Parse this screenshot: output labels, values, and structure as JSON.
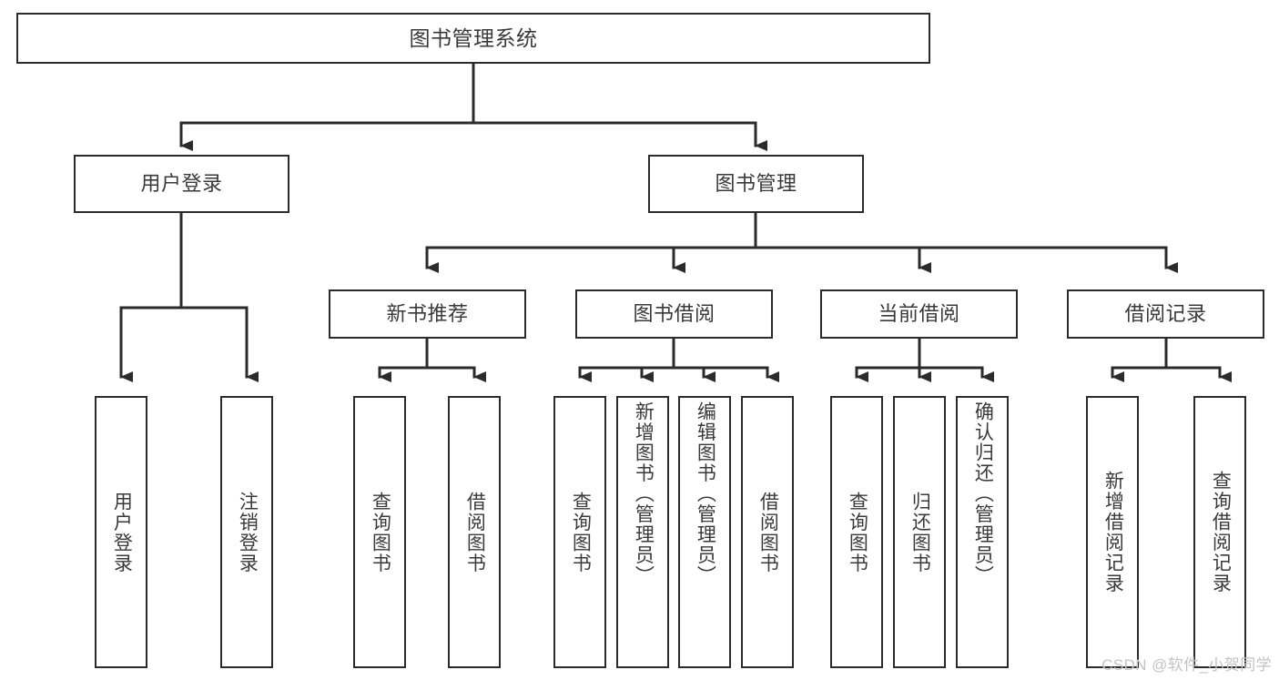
{
  "diagram": {
    "title": "图书管理系统",
    "type": "hierarchy-tree",
    "watermark": "CSDN @软件_小贺同学",
    "colors": {
      "box_border": "#2b2b2b",
      "box_fill": "#ffffff",
      "connector": "#2b2b2b",
      "text": "#3a3a3a",
      "watermark": "#c3c3c3"
    },
    "nodes": {
      "root": {
        "label": "图书管理系统"
      },
      "level2": [
        {
          "label": "用户登录"
        },
        {
          "label": "图书管理"
        }
      ],
      "level3": [
        {
          "label": "新书推荐"
        },
        {
          "label": "图书借阅"
        },
        {
          "label": "当前借阅"
        },
        {
          "label": "借阅记录"
        }
      ],
      "leaves": [
        {
          "label": "用户登录"
        },
        {
          "label": "注销登录"
        },
        {
          "label": "查询图书"
        },
        {
          "label": "借阅图书"
        },
        {
          "label": "查询图书"
        },
        {
          "label": "新增图书（管理员）"
        },
        {
          "label": "编辑图书（管理员）"
        },
        {
          "label": "借阅图书"
        },
        {
          "label": "查询图书"
        },
        {
          "label": "归还图书"
        },
        {
          "label": "确认归还（管理员）"
        },
        {
          "label": "新增借阅记录"
        },
        {
          "label": "查询借阅记录"
        }
      ]
    }
  }
}
